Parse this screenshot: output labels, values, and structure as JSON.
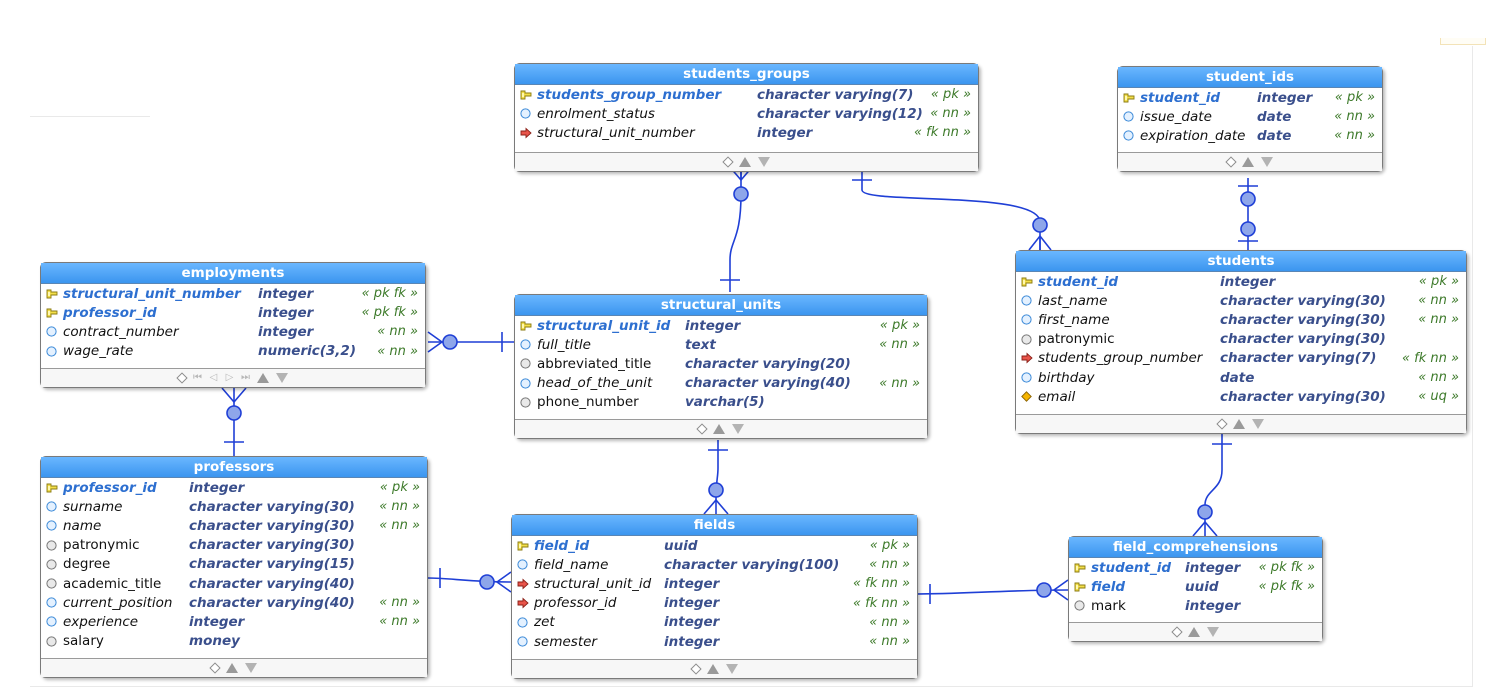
{
  "tables": {
    "students_groups": {
      "title": "students_groups",
      "columns": [
        {
          "name": "students_group_number",
          "type": "character varying(7)",
          "cons": "« pk »",
          "icon": "pk"
        },
        {
          "name": "enrolment_status",
          "type": "character varying(12)",
          "cons": "« nn »",
          "icon": "nn"
        },
        {
          "name": "structural_unit_number",
          "type": "integer",
          "cons": "« fk nn »",
          "icon": "fk"
        }
      ]
    },
    "student_ids": {
      "title": "student_ids",
      "columns": [
        {
          "name": "student_id",
          "type": "integer",
          "cons": "« pk »",
          "icon": "pk"
        },
        {
          "name": "issue_date",
          "type": "date",
          "cons": "« nn »",
          "icon": "nn"
        },
        {
          "name": "expiration_date",
          "type": "date",
          "cons": "« nn »",
          "icon": "nn"
        }
      ]
    },
    "employments": {
      "title": "employments",
      "columns": [
        {
          "name": "structural_unit_number",
          "type": "integer",
          "cons": "« pk fk »",
          "icon": "pk"
        },
        {
          "name": "professor_id",
          "type": "integer",
          "cons": "« pk fk »",
          "icon": "pk"
        },
        {
          "name": "contract_number",
          "type": "integer",
          "cons": "« nn »",
          "icon": "nn"
        },
        {
          "name": "wage_rate",
          "type": "numeric(3,2)",
          "cons": "« nn »",
          "icon": "nn"
        }
      ]
    },
    "structural_units": {
      "title": "structural_units",
      "columns": [
        {
          "name": "structural_unit_id",
          "type": "integer",
          "cons": "« pk »",
          "icon": "pk"
        },
        {
          "name": "full_title",
          "type": "text",
          "cons": "« nn »",
          "icon": "nn"
        },
        {
          "name": "abbreviated_title",
          "type": "character varying(20)",
          "cons": "",
          "icon": "null"
        },
        {
          "name": "head_of_the_unit",
          "type": "character varying(40)",
          "cons": "« nn »",
          "icon": "nn"
        },
        {
          "name": "phone_number",
          "type": "varchar(5)",
          "cons": "",
          "icon": "null"
        }
      ]
    },
    "students": {
      "title": "students",
      "columns": [
        {
          "name": "student_id",
          "type": "integer",
          "cons": "« pk »",
          "icon": "pk"
        },
        {
          "name": "last_name",
          "type": "character varying(30)",
          "cons": "« nn »",
          "icon": "nn"
        },
        {
          "name": "first_name",
          "type": "character varying(30)",
          "cons": "« nn »",
          "icon": "nn"
        },
        {
          "name": "patronymic",
          "type": "character varying(30)",
          "cons": "",
          "icon": "null"
        },
        {
          "name": "students_group_number",
          "type": "character varying(7)",
          "cons": "« fk nn »",
          "icon": "fk"
        },
        {
          "name": "birthday",
          "type": "date",
          "cons": "« nn »",
          "icon": "nn"
        },
        {
          "name": "email",
          "type": "character varying(30)",
          "cons": "« uq »",
          "icon": "uq"
        }
      ]
    },
    "professors": {
      "title": "professors",
      "columns": [
        {
          "name": "professor_id",
          "type": "integer",
          "cons": "« pk »",
          "icon": "pk"
        },
        {
          "name": "surname",
          "type": "character varying(30)",
          "cons": "« nn »",
          "icon": "nn"
        },
        {
          "name": "name",
          "type": "character varying(30)",
          "cons": "« nn »",
          "icon": "nn"
        },
        {
          "name": "patronymic",
          "type": "character varying(30)",
          "cons": "",
          "icon": "null"
        },
        {
          "name": "degree",
          "type": "character varying(15)",
          "cons": "",
          "icon": "null"
        },
        {
          "name": "academic_title",
          "type": "character varying(40)",
          "cons": "",
          "icon": "null"
        },
        {
          "name": "current_position",
          "type": "character varying(40)",
          "cons": "« nn »",
          "icon": "nn"
        },
        {
          "name": "experience",
          "type": "integer",
          "cons": "« nn »",
          "icon": "nn"
        },
        {
          "name": "salary",
          "type": "money",
          "cons": "",
          "icon": "null"
        }
      ]
    },
    "fields": {
      "title": "fields",
      "columns": [
        {
          "name": "field_id",
          "type": "uuid",
          "cons": "« pk »",
          "icon": "pk"
        },
        {
          "name": "field_name",
          "type": "character varying(100)",
          "cons": "« nn »",
          "icon": "nn"
        },
        {
          "name": "structural_unit_id",
          "type": "integer",
          "cons": "« fk nn »",
          "icon": "fk"
        },
        {
          "name": "professor_id",
          "type": "integer",
          "cons": "« fk nn »",
          "icon": "fk"
        },
        {
          "name": "zet",
          "type": "integer",
          "cons": "« nn »",
          "icon": "nn"
        },
        {
          "name": "semester",
          "type": "integer",
          "cons": "« nn »",
          "icon": "nn"
        }
      ]
    },
    "field_comprehensions": {
      "title": "field_comprehensions",
      "columns": [
        {
          "name": "student_id",
          "type": "integer",
          "cons": "« pk fk »",
          "icon": "pk"
        },
        {
          "name": "field",
          "type": "uuid",
          "cons": "« pk fk »",
          "icon": "pk"
        },
        {
          "name": "mark",
          "type": "integer",
          "cons": "",
          "icon": "null"
        }
      ]
    }
  },
  "colors": {
    "header": "#3b95ef",
    "link": "#1f3fd6",
    "connector_fill": "#8ea6ea",
    "pk_name": "#2d6fd0",
    "type": "#3a4f8c",
    "constraint": "#3d7a2a"
  }
}
